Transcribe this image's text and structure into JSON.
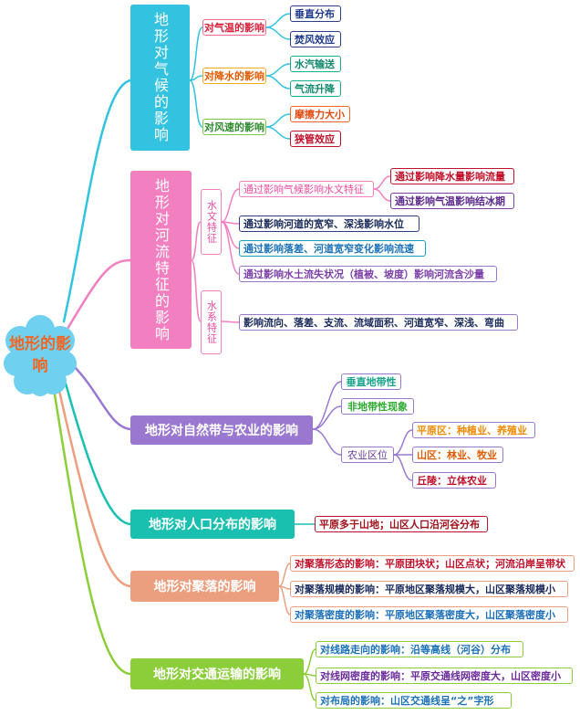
{
  "root": "地形的影响",
  "branches": {
    "climate": {
      "label": "地形对气候的影响",
      "subs": {
        "temp": {
          "label": "对气温的影响",
          "leaves": [
            "垂直分布",
            "焚风效应"
          ]
        },
        "rain": {
          "label": "对降水的影响",
          "leaves": [
            "水汽输送",
            "气流升降"
          ]
        },
        "wind": {
          "label": "对风速的影响",
          "leaves": [
            "摩擦力大小",
            "狭管效应"
          ]
        }
      }
    },
    "river": {
      "label": "地形对河流特征的影响",
      "hydro": "水文特征",
      "system": "水系特征",
      "h1": "通过影响气候影响水文特征",
      "h1a": "通过影响降水量影响流量",
      "h1b": "通过影响气温影响结冰期",
      "h2": "通过影响河道的宽窄、深浅影响水位",
      "h3": "通过影响落差、河道宽窄变化影响流速",
      "h4": "通过影响水土流失状况（植被、坡度）影响河流含沙量",
      "s1": "影响流向、落差、支流、流域面积、河道宽窄、深浅、弯曲"
    },
    "nature": {
      "label": "地形对自然带与农业的影响",
      "z1": "垂直地带性",
      "z2": "非地带性现象",
      "agri": "农业区位",
      "a1": "平原区：种植业、养殖业",
      "a2": "山区：林业、牧业",
      "a3": "丘陵：立体农业"
    },
    "population": {
      "label": "地形对人口分布的影响",
      "p1": "平原多于山地；山区人口沿河谷分布"
    },
    "settlement": {
      "label": "地形对聚落的影响",
      "s1": "对聚落形态的影响：平原团块状；山区点状；河流沿岸呈带状",
      "s2": "对聚落规模的影响：平原地区聚落规模大，山区聚落规模小",
      "s3": "对聚落密度的影响：平原地区聚落密度大，山区聚落密度小"
    },
    "transport": {
      "label": "地形对交通运输的影响",
      "t1": "对线路走向的影响：沿等高线（河谷）分布",
      "t2": "对线网密度的影响：平原交通线网密度大，山区密度小",
      "t3": "对布局的影响：山区交通线呈“之”字形"
    }
  },
  "colors": {
    "climate": "#33c3e0",
    "river": "#f27fc0",
    "nature": "#9a78d0",
    "population": "#19c0b0",
    "settlement": "#ec9f7f",
    "transport": "#8ccd3a",
    "root_fill": "#6fd0f0",
    "root_text": "#f26522"
  }
}
